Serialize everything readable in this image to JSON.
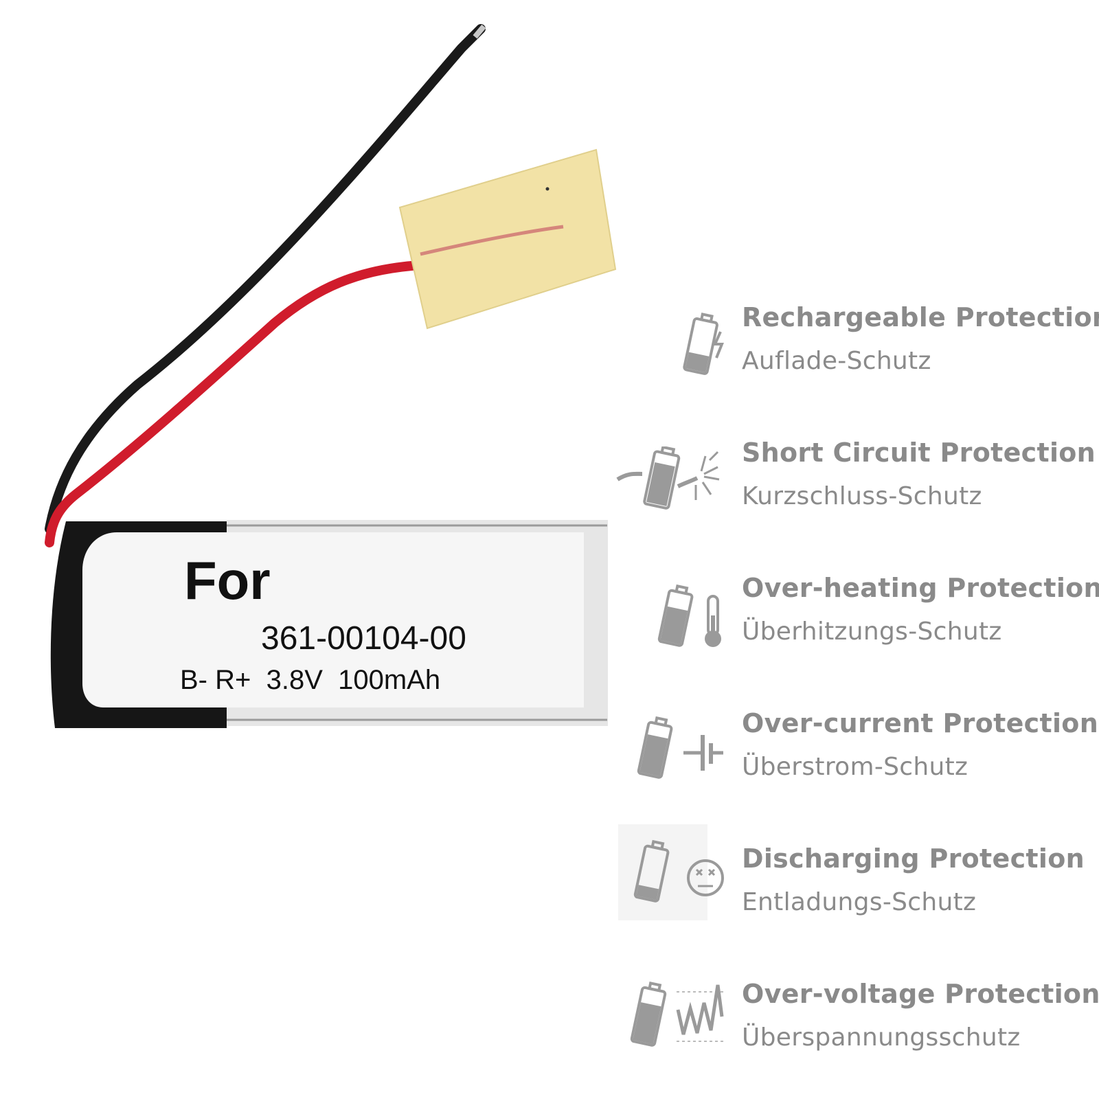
{
  "battery": {
    "brand_line": "For",
    "model": "361-00104-00",
    "spec": "B- R+  3.8V  100mAh"
  },
  "features": [
    {
      "en": "Rechargeable Protection",
      "de": "Auflade-Schutz",
      "icon": "battery-charging-icon"
    },
    {
      "en": "Short Circuit Protection",
      "de": "Kurzschluss-Schutz",
      "icon": "battery-short-circuit-icon"
    },
    {
      "en": "Over-heating Protection",
      "de": "Überhitzungs-Schutz",
      "icon": "battery-thermometer-icon"
    },
    {
      "en": "Over-current Protection",
      "de": "Überstrom-Schutz",
      "icon": "battery-current-icon"
    },
    {
      "en": "Discharging Protection",
      "de": "Entladungs-Schutz",
      "icon": "battery-discharge-icon"
    },
    {
      "en": "Over-voltage Protection",
      "de": "Überspannungsschutz",
      "icon": "battery-voltage-icon"
    }
  ],
  "colors": {
    "label_gray": "#8a8a8a",
    "icon_gray": "#9a9a9a",
    "wire_red": "#d01c2c",
    "wire_black": "#1a1a1a",
    "foam": "#f2e2a6"
  }
}
